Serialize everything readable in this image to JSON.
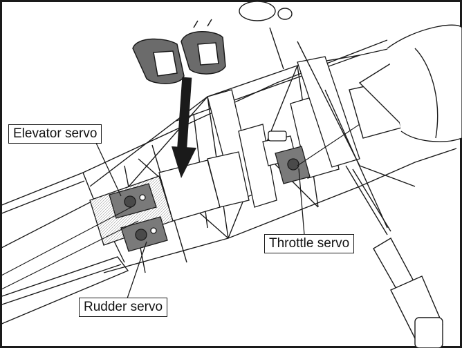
{
  "labels": {
    "elevator": "Elevator servo",
    "throttle": "Throttle servo",
    "rudder": "Rudder servo"
  },
  "colors": {
    "line": "#1a1a1a",
    "servo_body": "#7a7a7a",
    "servo_dark": "#4a4a4a",
    "foam_wrap": "#6b6b6b",
    "background": "#ffffff"
  }
}
